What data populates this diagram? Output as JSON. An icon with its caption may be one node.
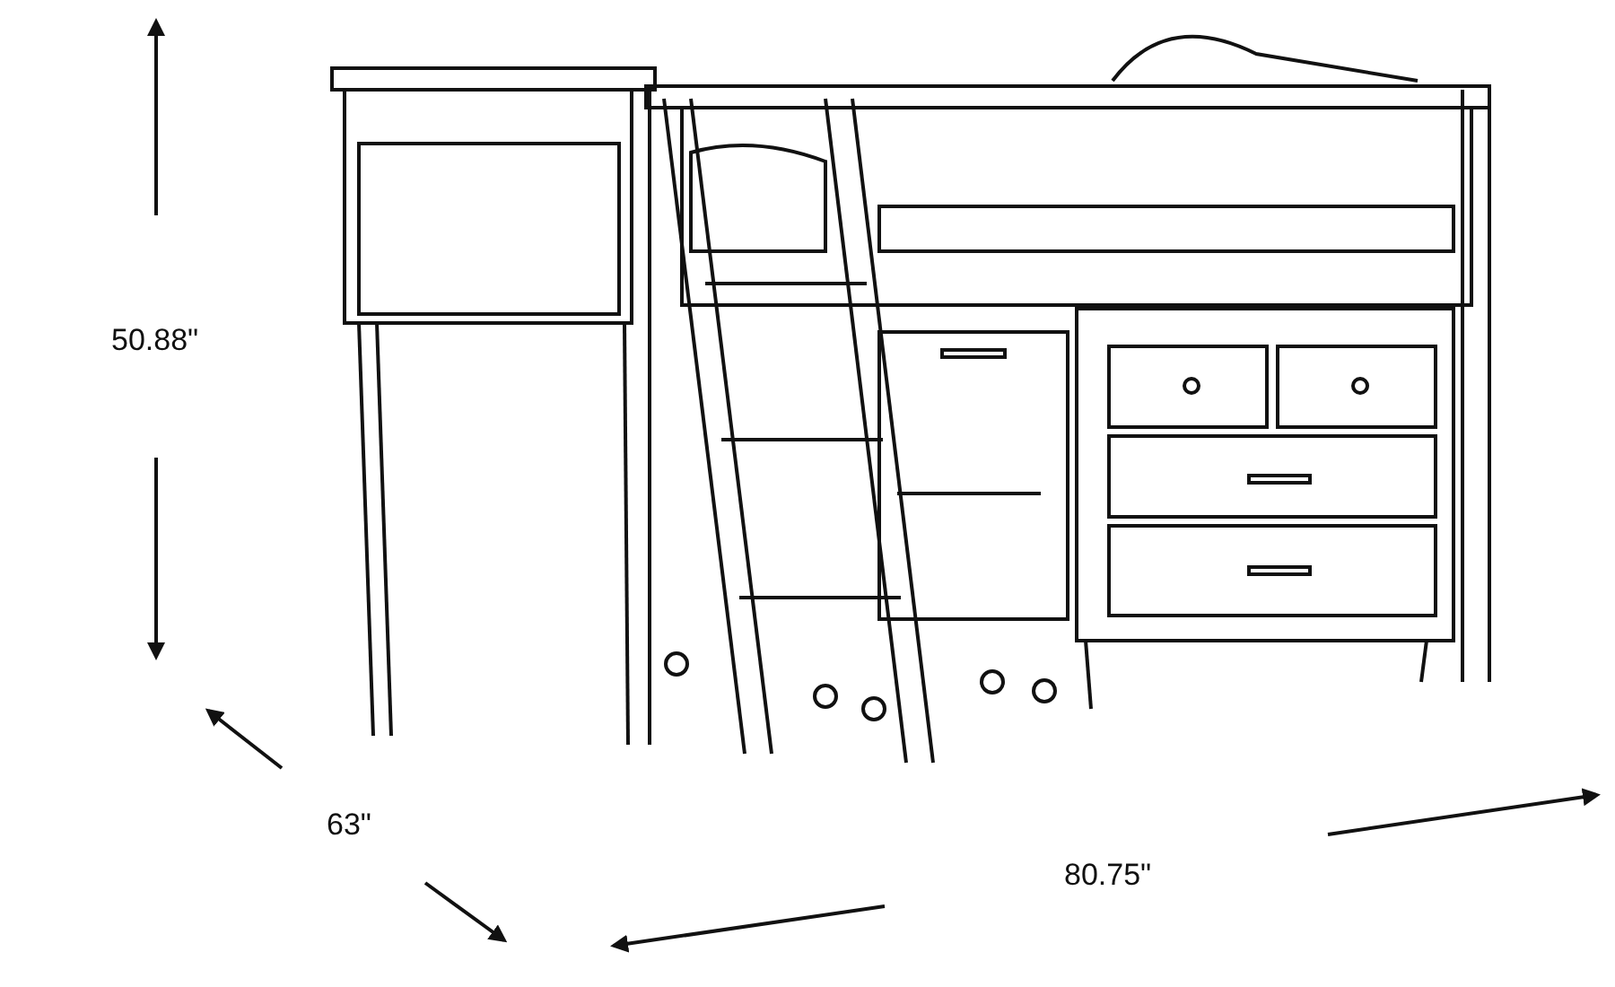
{
  "diagram": {
    "labels": [
      "50.88\"",
      "63\"",
      "80.75\""
    ]
  }
}
